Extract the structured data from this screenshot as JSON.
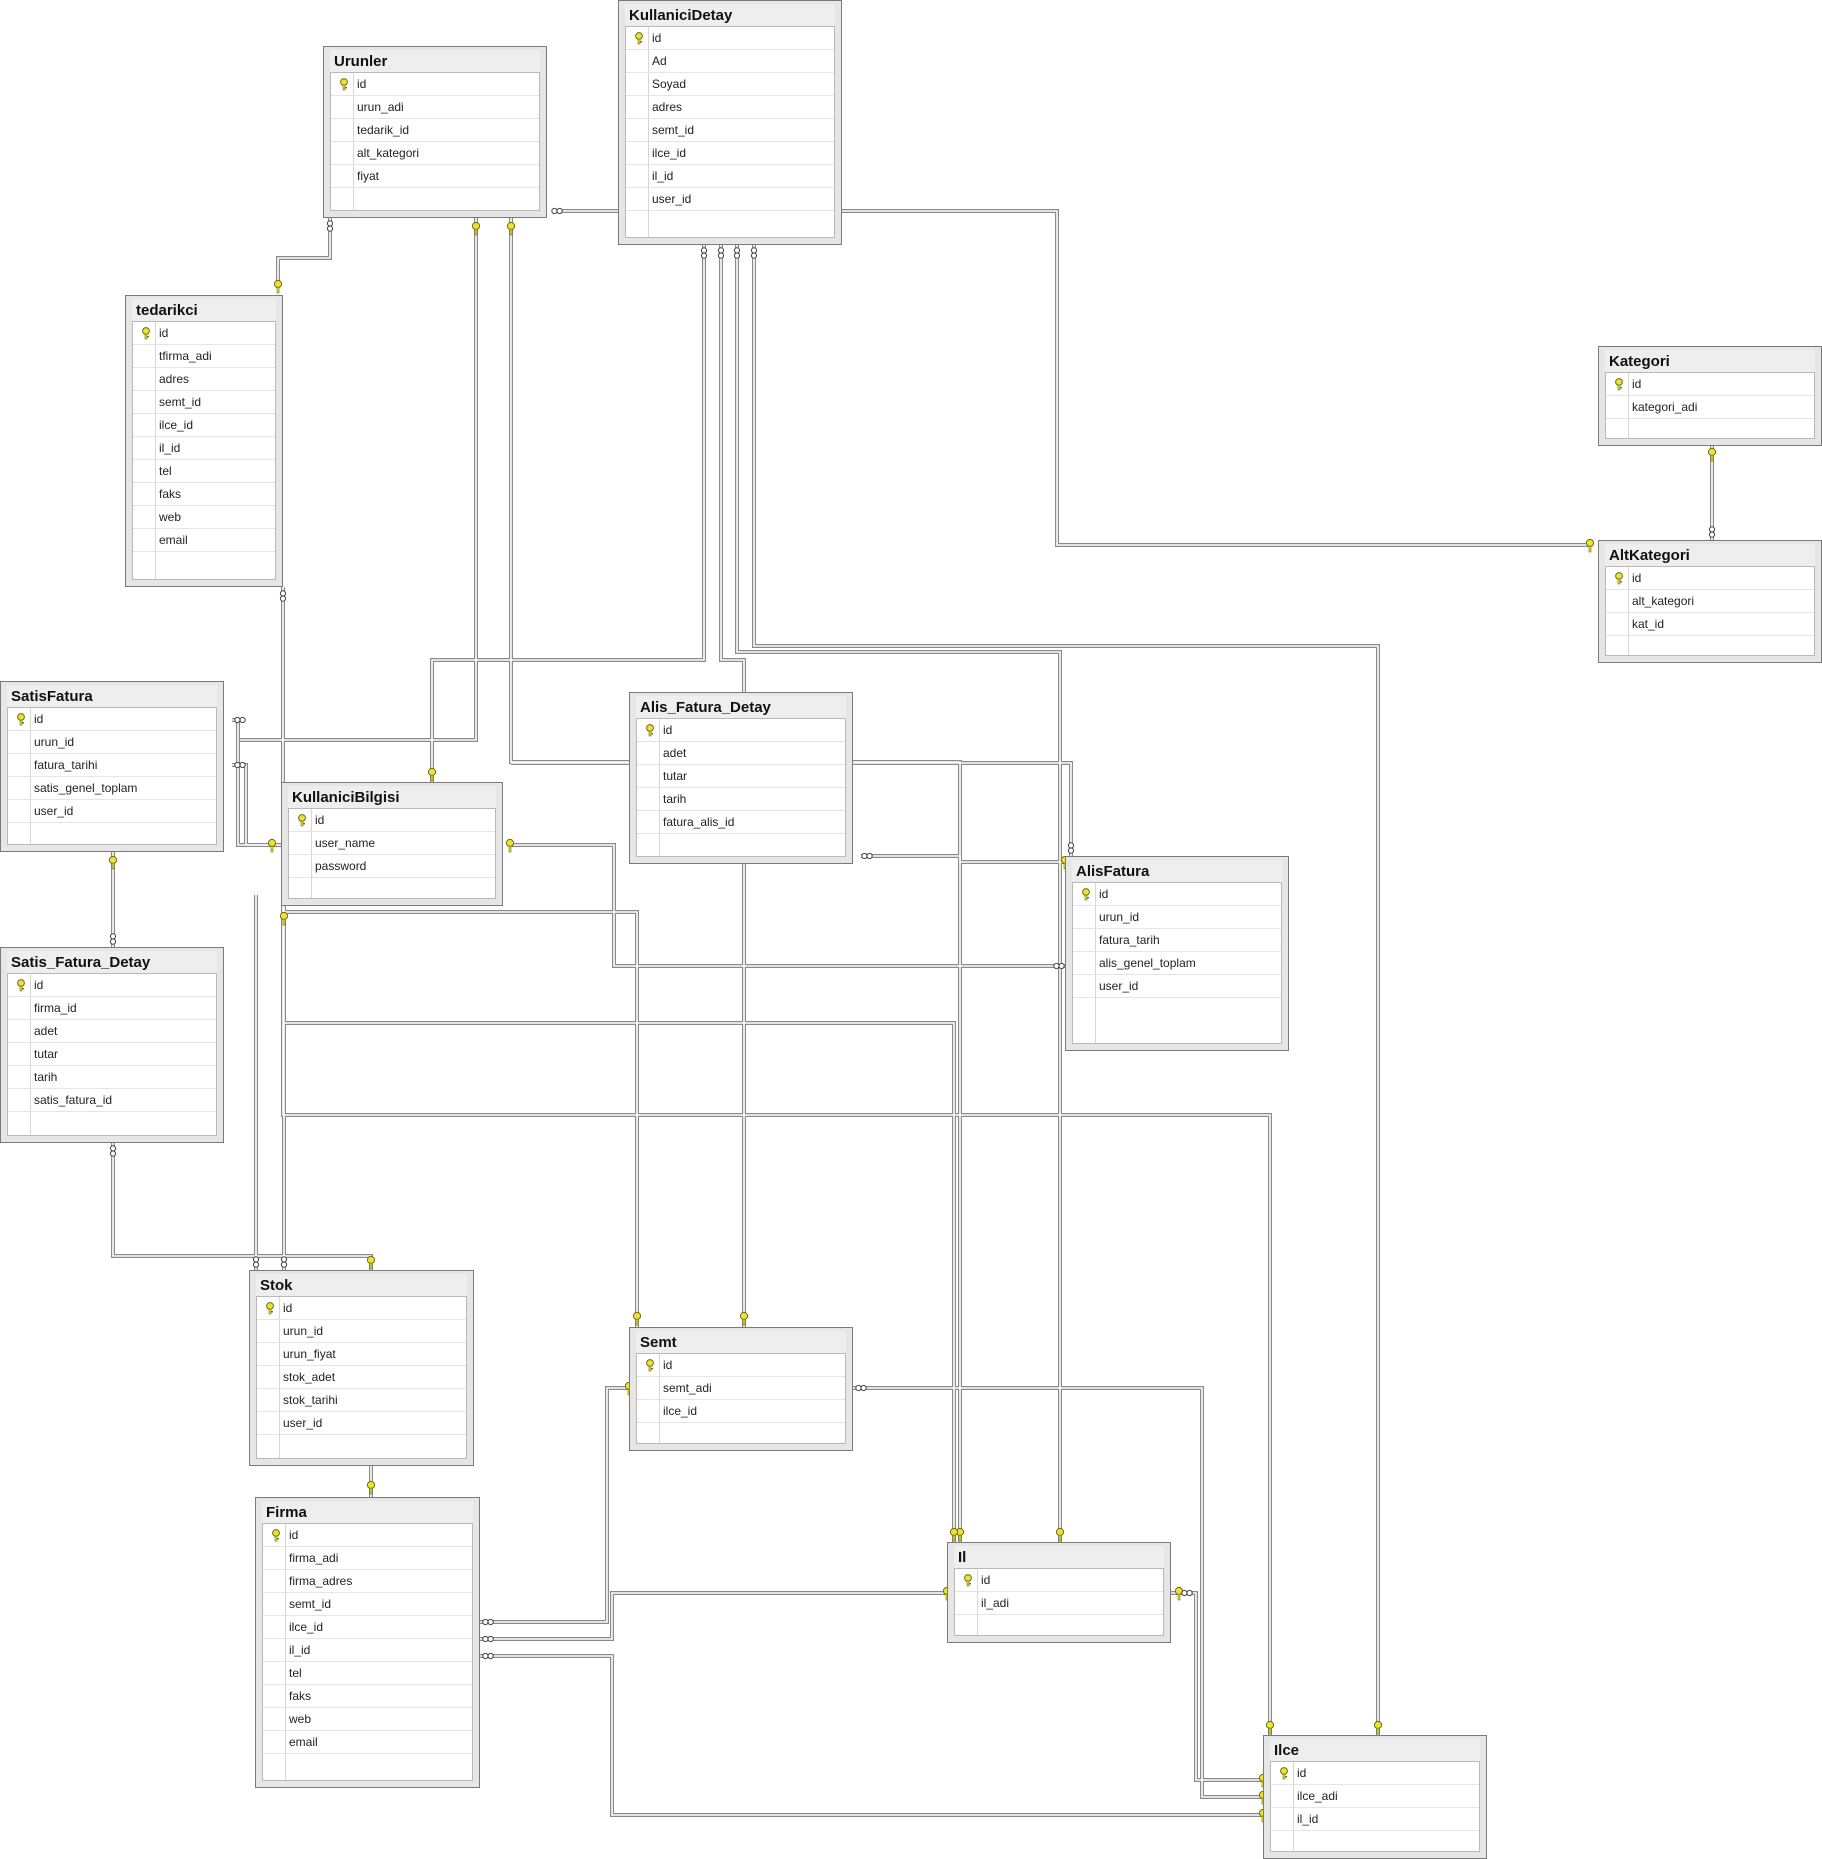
{
  "tables": [
    {
      "id": "urunler",
      "title": "Urunler",
      "columns": [
        "id",
        "urun_adi",
        "tedarik_id",
        "alt_kategori",
        "fiyat"
      ]
    },
    {
      "id": "kullanicidetay",
      "title": "KullaniciDetay",
      "columns": [
        "id",
        "Ad",
        "Soyad",
        "adres",
        "semt_id",
        "ilce_id",
        "il_id",
        "user_id"
      ]
    },
    {
      "id": "tedarikci",
      "title": "tedarikci",
      "columns": [
        "id",
        "tfirma_adi",
        "adres",
        "semt_id",
        "ilce_id",
        "il_id",
        "tel",
        "faks",
        "web",
        "email"
      ]
    },
    {
      "id": "kategori",
      "title": "Kategori",
      "columns": [
        "id",
        "kategori_adi"
      ]
    },
    {
      "id": "altkategori",
      "title": "AltKategori",
      "columns": [
        "id",
        "alt_kategori",
        "kat_id"
      ]
    },
    {
      "id": "satisfatura",
      "title": "SatisFatura",
      "columns": [
        "id",
        "urun_id",
        "fatura_tarihi",
        "satis_genel_toplam",
        "user_id"
      ]
    },
    {
      "id": "alisfaturadetay",
      "title": "Alis_Fatura_Detay",
      "columns": [
        "id",
        "adet",
        "tutar",
        "tarih",
        "fatura_alis_id"
      ]
    },
    {
      "id": "kullanicibilgisi",
      "title": "KullaniciBilgisi",
      "columns": [
        "id",
        "user_name",
        "password"
      ]
    },
    {
      "id": "alisfatura",
      "title": "AlisFatura",
      "columns": [
        "id",
        "urun_id",
        "fatura_tarih",
        "alis_genel_toplam",
        "user_id"
      ]
    },
    {
      "id": "satisfaturadetay",
      "title": "Satis_Fatura_Detay",
      "columns": [
        "id",
        "firma_id",
        "adet",
        "tutar",
        "tarih",
        "satis_fatura_id"
      ]
    },
    {
      "id": "stok",
      "title": "Stok",
      "columns": [
        "id",
        "urun_id",
        "urun_fiyat",
        "stok_adet",
        "stok_tarihi",
        "user_id"
      ]
    },
    {
      "id": "semt",
      "title": "Semt",
      "columns": [
        "id",
        "semt_adi",
        "ilce_id"
      ]
    },
    {
      "id": "firma",
      "title": "Firma",
      "columns": [
        "id",
        "firma_adi",
        "firma_adres",
        "semt_id",
        "ilce_id",
        "il_id",
        "tel",
        "faks",
        "web",
        "email"
      ]
    },
    {
      "id": "il",
      "title": "Il",
      "columns": [
        "id",
        "il_adi"
      ]
    },
    {
      "id": "ilce",
      "title": "Ilce",
      "columns": [
        "id",
        "ilce_adi",
        "il_id"
      ]
    }
  ],
  "colors": {
    "key": "#f0e030",
    "line": "#8a8a8a",
    "header": "#eeeeee"
  },
  "icons": {
    "primary_key": "key-icon",
    "one_end": "key-icon",
    "many_end": "infinity-icon"
  }
}
